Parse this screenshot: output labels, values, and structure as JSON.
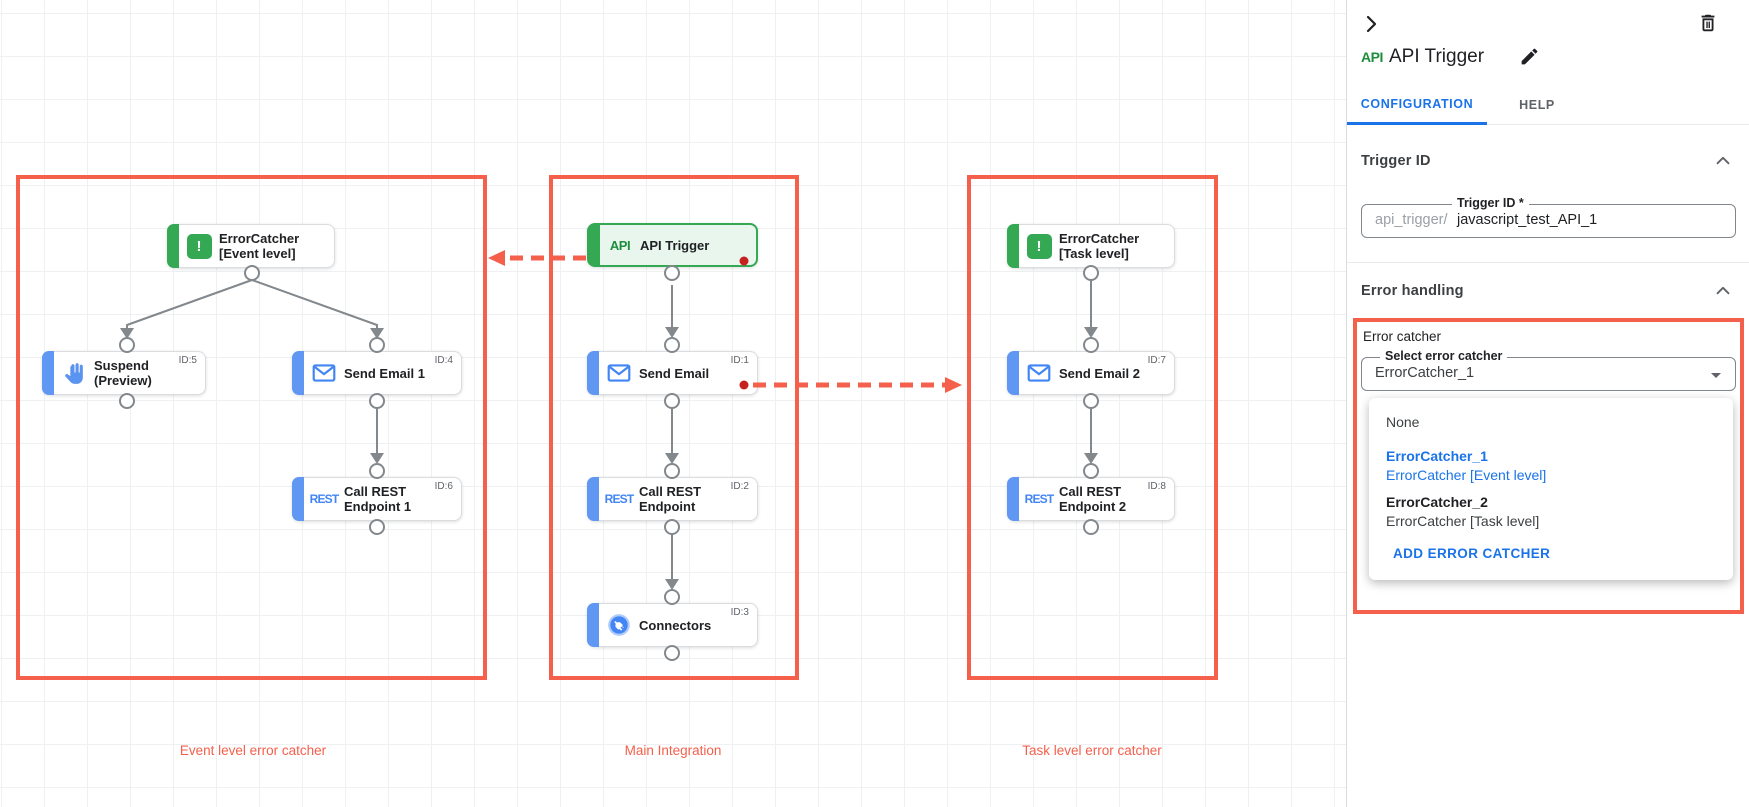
{
  "canvas": {
    "captions": {
      "left": "Event level error catcher",
      "middle": "Main Integration",
      "right": "Task level error catcher"
    },
    "nodes": {
      "ec_event": {
        "label": "ErrorCatcher\n[Event level]"
      },
      "suspend": {
        "label": "Suspend\n(Preview)",
        "id": "ID:5"
      },
      "send1": {
        "label": "Send Email 1",
        "id": "ID:4"
      },
      "rest1": {
        "label": "Call REST\nEndpoint 1",
        "id": "ID:6",
        "icon_text": "REST"
      },
      "api": {
        "label": "API Trigger",
        "icon_text": "API"
      },
      "send": {
        "label": "Send Email",
        "id": "ID:1"
      },
      "rest": {
        "label": "Call REST\nEndpoint",
        "id": "ID:2",
        "icon_text": "REST"
      },
      "connectors": {
        "label": "Connectors",
        "id": "ID:3"
      },
      "ec_task": {
        "label": "ErrorCatcher\n[Task level]"
      },
      "send2": {
        "label": "Send Email 2",
        "id": "ID:7"
      },
      "rest2": {
        "label": "Call REST\nEndpoint 2",
        "id": "ID:8",
        "icon_text": "REST"
      }
    },
    "colors": {
      "annotation_red": "#f4604c",
      "dot_red": "#c5221f",
      "node_green": "#34a853",
      "node_blue": "#4285f4",
      "bar_blue": "#5f97f3",
      "connector_gray": "#83888d"
    }
  },
  "panel": {
    "api_badge": "API",
    "title": "API Trigger",
    "tabs": [
      {
        "label": "CONFIGURATION"
      },
      {
        "label": "HELP"
      }
    ],
    "trigger_id": {
      "title": "Trigger ID",
      "field_label": "Trigger ID *",
      "prefix": "api_trigger/",
      "value": "javascript_test_API_1"
    },
    "error_handling": {
      "title": "Error handling",
      "group_label": "Error catcher",
      "select_label": "Select error catcher",
      "select_value": "ErrorCatcher_1",
      "dropdown": {
        "none": "None",
        "opt1_title": "ErrorCatcher_1",
        "opt1_sub": "ErrorCatcher [Event level]",
        "opt2_title": "ErrorCatcher_2",
        "opt2_sub": "ErrorCatcher [Task level]",
        "add_label": "ADD ERROR CATCHER"
      }
    },
    "accent_blue": "#1a73e8"
  }
}
